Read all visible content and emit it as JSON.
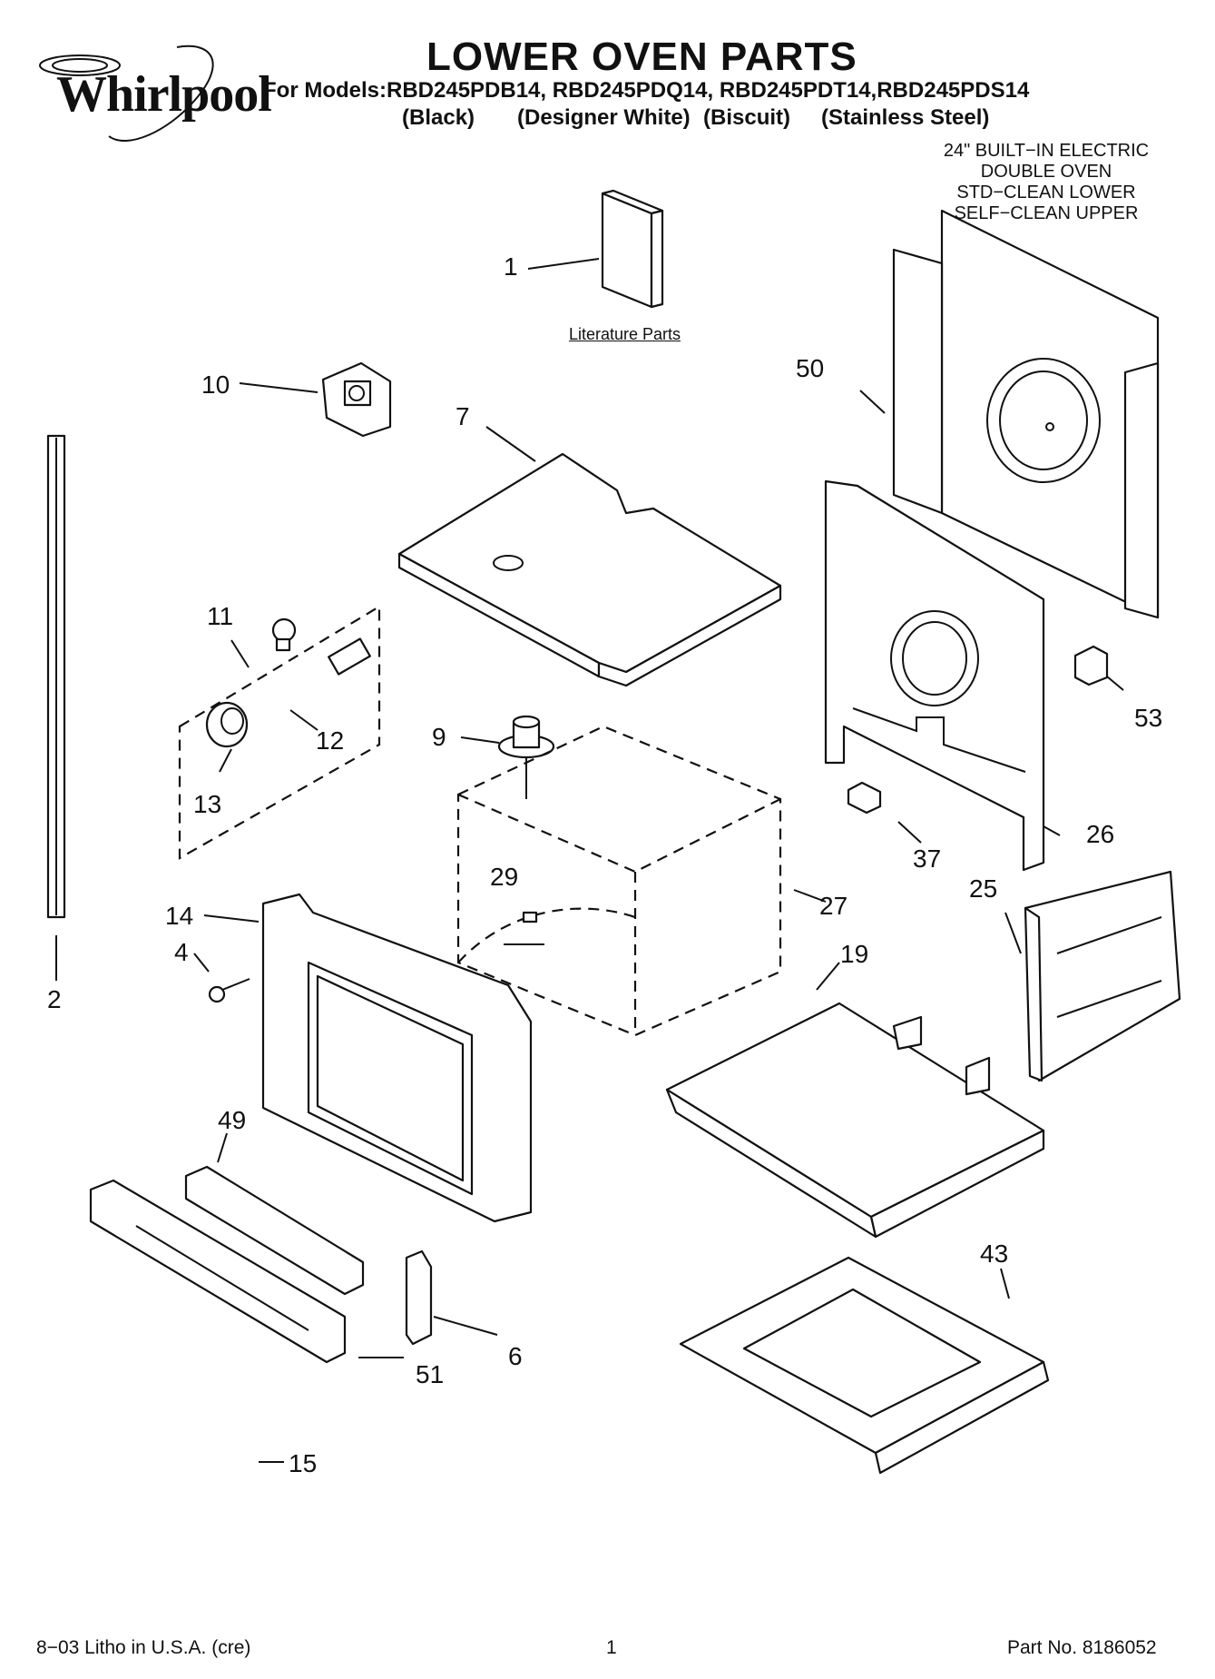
{
  "brand": {
    "logo_text": "Whirlpool"
  },
  "header": {
    "title": "LOWER OVEN PARTS",
    "models_line": "For Models:RBD245PDB14, RBD245PDQ14, RBD245PDT14,RBD245PDS14",
    "variants": [
      "(Black)",
      "(Designer White)",
      "(Biscuit)",
      "(Stainless Steel)"
    ],
    "description": [
      "24\" BUILT−IN ELECTRIC",
      "DOUBLE OVEN",
      "STD−CLEAN LOWER",
      "SELF−CLEAN UPPER"
    ]
  },
  "diagram": {
    "literature_label": "Literature Parts",
    "callouts": [
      "1",
      "2",
      "4",
      "6",
      "7",
      "9",
      "10",
      "11",
      "12",
      "13",
      "14",
      "15",
      "19",
      "25",
      "26",
      "27",
      "29",
      "37",
      "43",
      "49",
      "50",
      "51",
      "53"
    ]
  },
  "footer": {
    "left": "8−03 Litho in U.S.A. (cre)",
    "page": "1",
    "right": "Part No. 8186052"
  }
}
